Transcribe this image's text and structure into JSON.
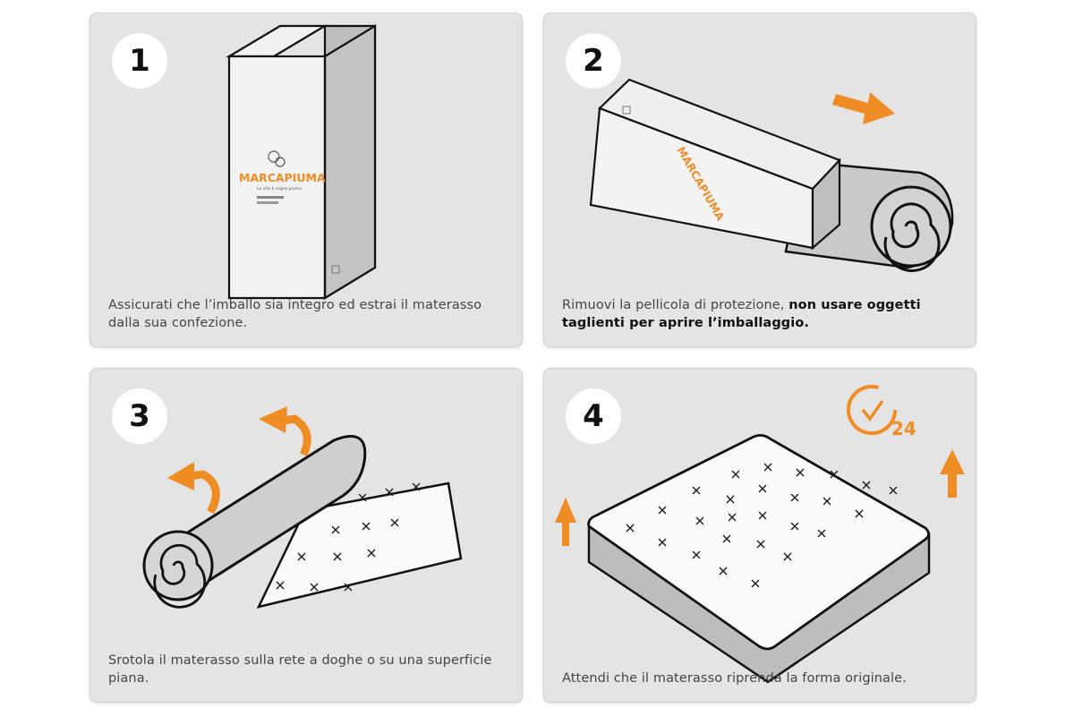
{
  "brand": {
    "name": "MARCAPIUMA",
    "tagline": "La vita è sogno piuma",
    "accent_color": "#f08c24"
  },
  "steps": [
    {
      "number": "1",
      "caption": "Assicurati che l’imballo sia integro ed estrai il materasso dalla sua confezione.",
      "icon": "mattress-box-icon"
    },
    {
      "number": "2",
      "caption_plain": "Rimuovi la pellicola di protezione, ",
      "caption_bold": "non usare oggetti taglienti per aprire l’imballaggio.",
      "icon": "box-sliding-roll-icon"
    },
    {
      "number": "3",
      "caption": "Srotola il materasso sulla rete a doghe o su una superficie piana.",
      "icon": "unrolling-mattress-icon"
    },
    {
      "number": "4",
      "caption": "Attendi che il materasso riprenda la forma originale.",
      "timer_label": "24",
      "icon": "expanding-mattress-icon"
    }
  ]
}
